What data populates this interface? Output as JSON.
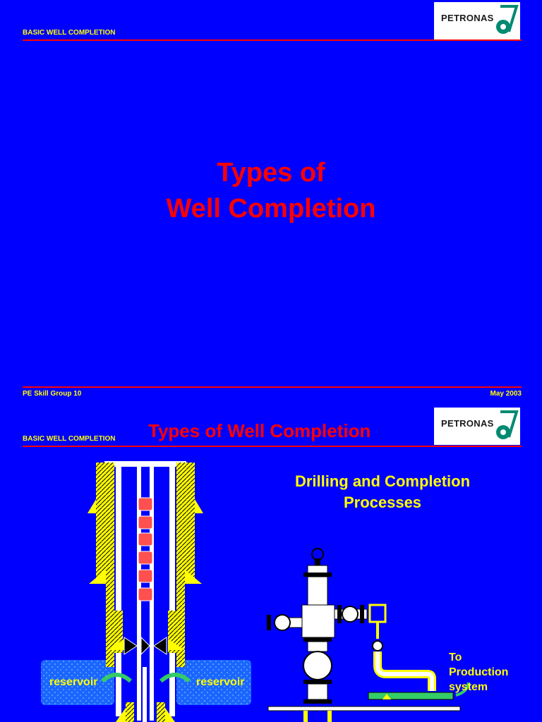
{
  "slide1": {
    "header": "BASIC WELL COMPLETION",
    "logo_text": "PETRONAS",
    "title_line1": "Types of",
    "title_line2": "Well Completion",
    "footer_left": "PE Skill Group 10",
    "footer_right": "May 2003"
  },
  "slide2": {
    "header": "BASIC WELL COMPLETION",
    "logo_text": "PETRONAS",
    "title": "Types of Well Completion",
    "subtitle_line1": "Drilling and Completion",
    "subtitle_line2": "Processes",
    "reservoir_left": "reservoir",
    "reservoir_right": "reservoir",
    "production_line1": "To",
    "production_line2": "Production",
    "production_line3": "system"
  },
  "colors": {
    "background": "#0000ff",
    "title": "#ff0000",
    "text": "#ffff00",
    "rule": "#ff0000"
  }
}
